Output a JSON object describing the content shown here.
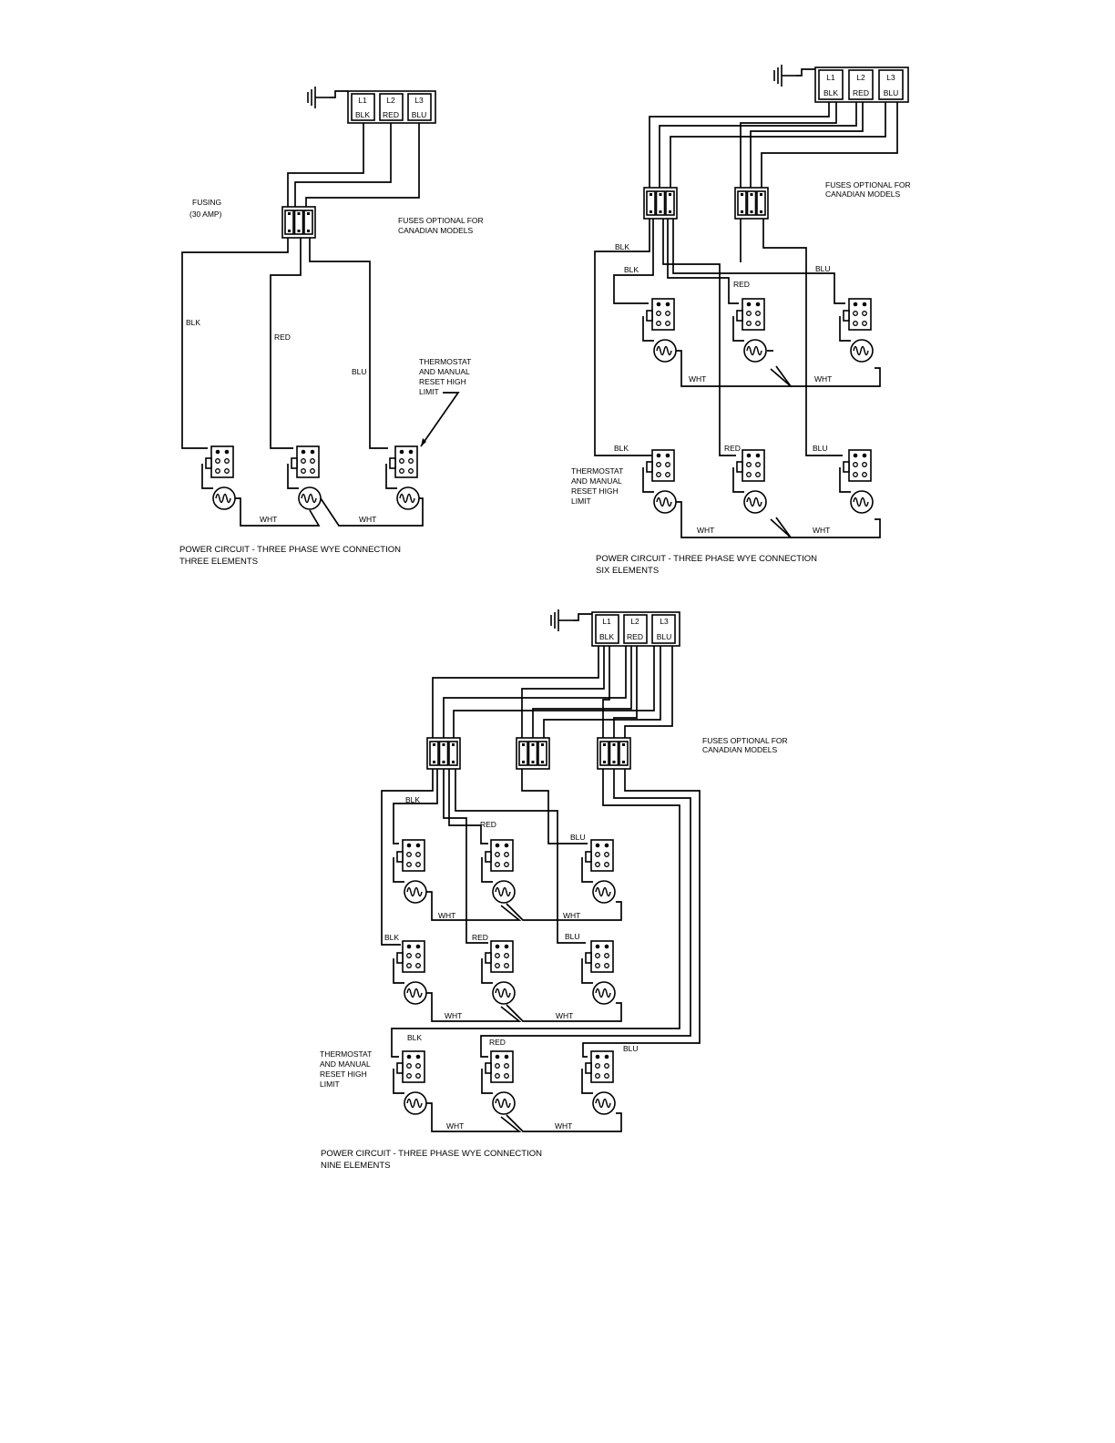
{
  "terminal_labels": {
    "l1": "L1",
    "l2": "L2",
    "l3": "L3",
    "blk": "BLK",
    "red": "RED",
    "blu": "BLU"
  },
  "wire_labels": {
    "blk": "BLK",
    "red": "RED",
    "blu": "BLU",
    "wht": "WHT"
  },
  "diagram_three": {
    "fusing_line1": "FUSING",
    "fusing_line2": "(30 AMP)",
    "fuse_note_line1": "FUSES OPTIONAL FOR",
    "fuse_note_line2": "CANADIAN MODELS",
    "thermostat_line1": "THERMOSTAT",
    "thermostat_line2": "AND MANUAL",
    "thermostat_line3": "RESET HIGH",
    "thermostat_line4": "LIMIT",
    "caption_line1": "POWER CIRCUIT - THREE PHASE WYE CONNECTION",
    "caption_line2": "THREE ELEMENTS"
  },
  "diagram_six": {
    "fuse_note_line1": "FUSES OPTIONAL FOR",
    "fuse_note_line2": "CANADIAN MODELS",
    "thermostat_line1": "THERMOSTAT",
    "thermostat_line2": "AND MANUAL",
    "thermostat_line3": "RESET HIGH",
    "thermostat_line4": "LIMIT",
    "caption_line1": "POWER CIRCUIT - THREE PHASE WYE CONNECTION",
    "caption_line2": "SIX ELEMENTS"
  },
  "diagram_nine": {
    "fuse_note_line1": "FUSES OPTIONAL FOR",
    "fuse_note_line2": "CANADIAN MODELS",
    "thermostat_line1": "THERMOSTAT",
    "thermostat_line2": "AND MANUAL",
    "thermostat_line3": "RESET HIGH",
    "thermostat_line4": "LIMIT",
    "caption_line1": "POWER CIRCUIT - THREE PHASE WYE CONNECTION",
    "caption_line2": "NINE ELEMENTS"
  }
}
